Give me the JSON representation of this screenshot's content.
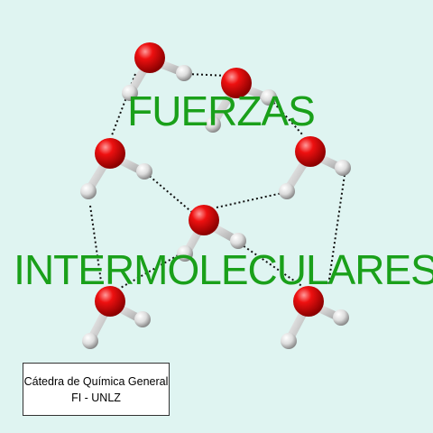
{
  "title": {
    "line1": "FUERZAS",
    "line2": "INTERMOLECULARES"
  },
  "credit": {
    "line1": "Cátedra de Química General",
    "line2": "FI - UNLZ"
  },
  "colors": {
    "background": "#dff4f1",
    "title": "#1aa01a",
    "oxygen": "#e00000",
    "hydrogen": "#e8e8e8",
    "hydrogen_bond": "#111111"
  },
  "illustration": {
    "subject": "water molecules linked by hydrogen bonds",
    "molecule_count": 7
  }
}
